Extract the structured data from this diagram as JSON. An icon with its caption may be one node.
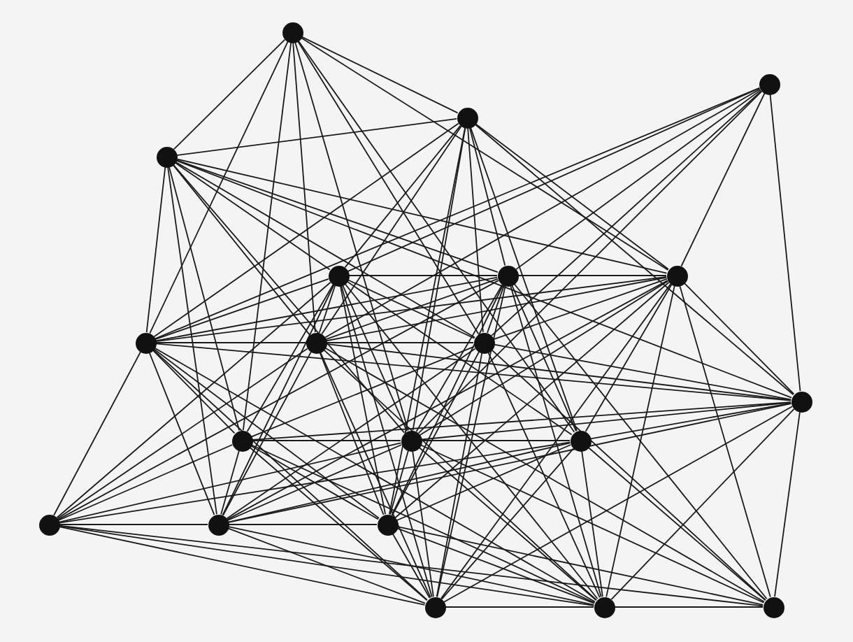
{
  "diagram": {
    "nodes": [
      {
        "text": [],
        "shape": "circle"
      },
      {
        "text": [],
        "shape": "circle"
      },
      {
        "text": [],
        "shape": "circle"
      },
      {
        "text": [],
        "shape": "circle"
      },
      {
        "text": [],
        "shape": "circle"
      },
      {
        "text": [],
        "shape": "circle"
      },
      {
        "text": [],
        "shape": "circle"
      },
      {
        "text": [],
        "shape": "circle"
      },
      {
        "text": [],
        "shape": "circle"
      },
      {
        "text": [],
        "shape": "circle"
      },
      {
        "text": [],
        "shape": "circle"
      },
      {
        "text": [],
        "shape": "circle"
      },
      {
        "text": [],
        "shape": "circle"
      },
      {
        "text": [],
        "shape": "circle"
      },
      {
        "text": [],
        "shape": "circle"
      },
      {
        "text": [],
        "shape": "circle"
      },
      {
        "text": [],
        "shape": "circle"
      },
      {
        "text": [],
        "shape": "circle"
      },
      {
        "text": [],
        "shape": "circle"
      },
      {
        "text": [],
        "shape": "circle"
      }
    ],
    "edges": [
      {
        "from": 0,
        "to": 2,
        "arrow": "none"
      },
      {
        "from": 0,
        "to": 3,
        "arrow": "none"
      },
      {
        "from": 0,
        "to": 7,
        "arrow": "none"
      },
      {
        "from": 0,
        "to": 11,
        "arrow": "none"
      },
      {
        "from": 0,
        "to": 8,
        "arrow": "none"
      },
      {
        "from": 0,
        "to": 12,
        "arrow": "none"
      },
      {
        "from": 0,
        "to": 9,
        "arrow": "none"
      },
      {
        "from": 0,
        "to": 13,
        "arrow": "none"
      },
      {
        "from": 0,
        "to": 6,
        "arrow": "none"
      },
      {
        "from": 1,
        "to": 4,
        "arrow": "none"
      },
      {
        "from": 1,
        "to": 7,
        "arrow": "none"
      },
      {
        "from": 1,
        "to": 8,
        "arrow": "none"
      },
      {
        "from": 1,
        "to": 9,
        "arrow": "none"
      },
      {
        "from": 1,
        "to": 5,
        "arrow": "none"
      },
      {
        "from": 1,
        "to": 6,
        "arrow": "none"
      },
      {
        "from": 1,
        "to": 10,
        "arrow": "none"
      },
      {
        "from": 1,
        "to": 12,
        "arrow": "none"
      },
      {
        "from": 2,
        "to": 3,
        "arrow": "none"
      },
      {
        "from": 2,
        "to": 4,
        "arrow": "none"
      },
      {
        "from": 2,
        "to": 7,
        "arrow": "none"
      },
      {
        "from": 2,
        "to": 8,
        "arrow": "none"
      },
      {
        "from": 2,
        "to": 9,
        "arrow": "none"
      },
      {
        "from": 2,
        "to": 12,
        "arrow": "none"
      },
      {
        "from": 2,
        "to": 5,
        "arrow": "none"
      },
      {
        "from": 2,
        "to": 13,
        "arrow": "none"
      },
      {
        "from": 2,
        "to": 6,
        "arrow": "none"
      },
      {
        "from": 2,
        "to": 10,
        "arrow": "none"
      },
      {
        "from": 2,
        "to": 16,
        "arrow": "none"
      },
      {
        "from": 3,
        "to": 4,
        "arrow": "none"
      },
      {
        "from": 3,
        "to": 5,
        "arrow": "none"
      },
      {
        "from": 3,
        "to": 6,
        "arrow": "none"
      },
      {
        "from": 3,
        "to": 7,
        "arrow": "none"
      },
      {
        "from": 3,
        "to": 11,
        "arrow": "none"
      },
      {
        "from": 3,
        "to": 15,
        "arrow": "none"
      },
      {
        "from": 3,
        "to": 9,
        "arrow": "none"
      },
      {
        "from": 3,
        "to": 12,
        "arrow": "none"
      },
      {
        "from": 3,
        "to": 8,
        "arrow": "none"
      },
      {
        "from": 3,
        "to": 10,
        "arrow": "none"
      },
      {
        "from": 4,
        "to": 5,
        "arrow": "none"
      },
      {
        "from": 4,
        "to": 7,
        "arrow": "none"
      },
      {
        "from": 4,
        "to": 8,
        "arrow": "none"
      },
      {
        "from": 4,
        "to": 11,
        "arrow": "none"
      },
      {
        "from": 4,
        "to": 12,
        "arrow": "none"
      },
      {
        "from": 4,
        "to": 16,
        "arrow": "none"
      },
      {
        "from": 4,
        "to": 9,
        "arrow": "none"
      },
      {
        "from": 4,
        "to": 13,
        "arrow": "none"
      },
      {
        "from": 4,
        "to": 14,
        "arrow": "none"
      },
      {
        "from": 4,
        "to": 15,
        "arrow": "none"
      },
      {
        "from": 4,
        "to": 17,
        "arrow": "none"
      },
      {
        "from": 4,
        "to": 18,
        "arrow": "none"
      },
      {
        "from": 5,
        "to": 6,
        "arrow": "none"
      },
      {
        "from": 5,
        "to": 7,
        "arrow": "none"
      },
      {
        "from": 5,
        "to": 8,
        "arrow": "none"
      },
      {
        "from": 5,
        "to": 9,
        "arrow": "none"
      },
      {
        "from": 5,
        "to": 12,
        "arrow": "none"
      },
      {
        "from": 5,
        "to": 13,
        "arrow": "none"
      },
      {
        "from": 5,
        "to": 14,
        "arrow": "none"
      },
      {
        "from": 5,
        "to": 16,
        "arrow": "none"
      },
      {
        "from": 5,
        "to": 17,
        "arrow": "none"
      },
      {
        "from": 5,
        "to": 18,
        "arrow": "none"
      },
      {
        "from": 5,
        "to": 19,
        "arrow": "none"
      },
      {
        "from": 6,
        "to": 7,
        "arrow": "none"
      },
      {
        "from": 6,
        "to": 8,
        "arrow": "none"
      },
      {
        "from": 6,
        "to": 9,
        "arrow": "none"
      },
      {
        "from": 6,
        "to": 10,
        "arrow": "none"
      },
      {
        "from": 6,
        "to": 12,
        "arrow": "none"
      },
      {
        "from": 6,
        "to": 13,
        "arrow": "none"
      },
      {
        "from": 6,
        "to": 15,
        "arrow": "none"
      },
      {
        "from": 6,
        "to": 16,
        "arrow": "none"
      },
      {
        "from": 6,
        "to": 17,
        "arrow": "none"
      },
      {
        "from": 6,
        "to": 18,
        "arrow": "none"
      },
      {
        "from": 6,
        "to": 19,
        "arrow": "none"
      },
      {
        "from": 7,
        "to": 8,
        "arrow": "none"
      },
      {
        "from": 7,
        "to": 10,
        "arrow": "none"
      },
      {
        "from": 7,
        "to": 11,
        "arrow": "none"
      },
      {
        "from": 7,
        "to": 14,
        "arrow": "none"
      },
      {
        "from": 7,
        "to": 15,
        "arrow": "none"
      },
      {
        "from": 7,
        "to": 16,
        "arrow": "none"
      },
      {
        "from": 7,
        "to": 17,
        "arrow": "none"
      },
      {
        "from": 7,
        "to": 18,
        "arrow": "none"
      },
      {
        "from": 8,
        "to": 9,
        "arrow": "none"
      },
      {
        "from": 8,
        "to": 10,
        "arrow": "none"
      },
      {
        "from": 8,
        "to": 14,
        "arrow": "none"
      },
      {
        "from": 8,
        "to": 15,
        "arrow": "none"
      },
      {
        "from": 8,
        "to": 16,
        "arrow": "none"
      },
      {
        "from": 8,
        "to": 17,
        "arrow": "none"
      },
      {
        "from": 8,
        "to": 18,
        "arrow": "none"
      },
      {
        "from": 8,
        "to": 19,
        "arrow": "none"
      },
      {
        "from": 9,
        "to": 10,
        "arrow": "none"
      },
      {
        "from": 9,
        "to": 11,
        "arrow": "none"
      },
      {
        "from": 9,
        "to": 15,
        "arrow": "none"
      },
      {
        "from": 9,
        "to": 16,
        "arrow": "none"
      },
      {
        "from": 9,
        "to": 17,
        "arrow": "none"
      },
      {
        "from": 9,
        "to": 18,
        "arrow": "none"
      },
      {
        "from": 9,
        "to": 19,
        "arrow": "none"
      },
      {
        "from": 10,
        "to": 11,
        "arrow": "none"
      },
      {
        "from": 10,
        "to": 12,
        "arrow": "none"
      },
      {
        "from": 10,
        "to": 13,
        "arrow": "none"
      },
      {
        "from": 10,
        "to": 15,
        "arrow": "none"
      },
      {
        "from": 10,
        "to": 17,
        "arrow": "none"
      },
      {
        "from": 10,
        "to": 18,
        "arrow": "none"
      },
      {
        "from": 10,
        "to": 19,
        "arrow": "none"
      },
      {
        "from": 11,
        "to": 12,
        "arrow": "none"
      },
      {
        "from": 11,
        "to": 15,
        "arrow": "none"
      },
      {
        "from": 11,
        "to": 16,
        "arrow": "none"
      },
      {
        "from": 11,
        "to": 17,
        "arrow": "none"
      },
      {
        "from": 11,
        "to": 18,
        "arrow": "none"
      },
      {
        "from": 11,
        "to": 14,
        "arrow": "none"
      },
      {
        "from": 12,
        "to": 13,
        "arrow": "none"
      },
      {
        "from": 12,
        "to": 14,
        "arrow": "none"
      },
      {
        "from": 12,
        "to": 15,
        "arrow": "none"
      },
      {
        "from": 12,
        "to": 16,
        "arrow": "none"
      },
      {
        "from": 12,
        "to": 17,
        "arrow": "none"
      },
      {
        "from": 12,
        "to": 18,
        "arrow": "none"
      },
      {
        "from": 12,
        "to": 19,
        "arrow": "none"
      },
      {
        "from": 13,
        "to": 14,
        "arrow": "none"
      },
      {
        "from": 13,
        "to": 15,
        "arrow": "none"
      },
      {
        "from": 13,
        "to": 16,
        "arrow": "none"
      },
      {
        "from": 13,
        "to": 17,
        "arrow": "none"
      },
      {
        "from": 13,
        "to": 18,
        "arrow": "none"
      },
      {
        "from": 13,
        "to": 19,
        "arrow": "none"
      },
      {
        "from": 14,
        "to": 15,
        "arrow": "none"
      },
      {
        "from": 14,
        "to": 17,
        "arrow": "none"
      },
      {
        "from": 14,
        "to": 18,
        "arrow": "none"
      },
      {
        "from": 14,
        "to": 19,
        "arrow": "none"
      },
      {
        "from": 15,
        "to": 16,
        "arrow": "none"
      },
      {
        "from": 15,
        "to": 17,
        "arrow": "none"
      },
      {
        "from": 15,
        "to": 18,
        "arrow": "none"
      },
      {
        "from": 16,
        "to": 17,
        "arrow": "none"
      },
      {
        "from": 16,
        "to": 18,
        "arrow": "none"
      },
      {
        "from": 16,
        "to": 19,
        "arrow": "none"
      },
      {
        "from": 17,
        "to": 18,
        "arrow": "none"
      },
      {
        "from": 18,
        "to": 19,
        "arrow": "none"
      }
    ]
  }
}
